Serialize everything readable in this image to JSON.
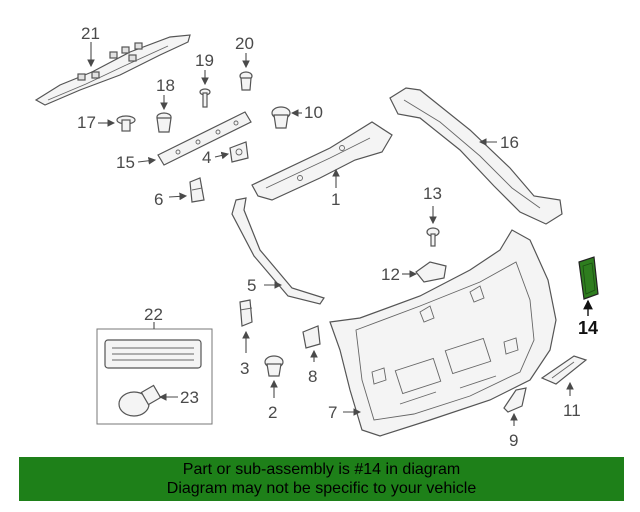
{
  "diagram": {
    "highlighted_part": "14",
    "highlight_color": "#2e7d1e",
    "callouts": {
      "c1": "1",
      "c2": "2",
      "c3": "3",
      "c4": "4",
      "c5": "5",
      "c6": "6",
      "c7": "7",
      "c8": "8",
      "c9": "9",
      "c10": "10",
      "c11": "11",
      "c12": "12",
      "c13": "13",
      "c14": "14",
      "c15": "15",
      "c16": "16",
      "c17": "17",
      "c18": "18",
      "c19": "19",
      "c20": "20",
      "c21": "21",
      "c22": "22",
      "c23": "23"
    }
  },
  "banner": {
    "background_color": "#1e8019",
    "line1": "Part or sub-assembly is #14 in diagram",
    "line2": "Diagram may not be specific to your vehicle"
  }
}
